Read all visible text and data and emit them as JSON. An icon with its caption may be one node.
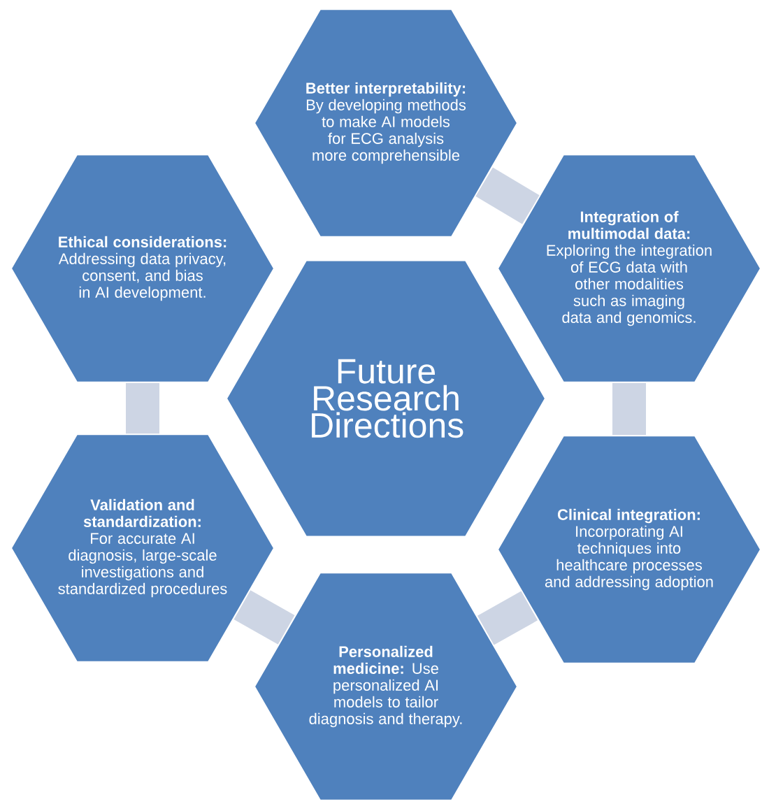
{
  "diagram": {
    "nodes": [
      {
        "text": [
          "Future Research Directions"
        ]
      },
      {
        "text": [
          "Better interpretability:",
          "By developing methods to make AI models for ECG analysis more comprehensible"
        ]
      },
      {
        "text": [
          "Integration of multimodal data:",
          "Exploring the integration of ECG data with other modalities such as imaging data and genomics."
        ]
      },
      {
        "text": [
          "Clinical integration:",
          "Incorporating AI techniques into healthcare processes and addressing adoption"
        ]
      },
      {
        "text": [
          "Personalized medicine:",
          "Use personalized AI models to tailor diagnosis and therapy."
        ]
      },
      {
        "text": [
          "Validation and standardization:",
          "For accurate AI diagnosis, large-scale investigations and standardized procedures"
        ]
      },
      {
        "text": [
          "Ethical considerations:",
          "Addressing data privacy, consent, and bias in AI development."
        ]
      }
    ],
    "edges": [
      {
        "from": 1,
        "to": 2,
        "arrow": "none"
      },
      {
        "from": 2,
        "to": 3,
        "arrow": "none"
      },
      {
        "from": 3,
        "to": 4,
        "arrow": "none"
      },
      {
        "from": 4,
        "to": 5,
        "arrow": "none"
      },
      {
        "from": 5,
        "to": 6,
        "arrow": "none"
      }
    ]
  }
}
